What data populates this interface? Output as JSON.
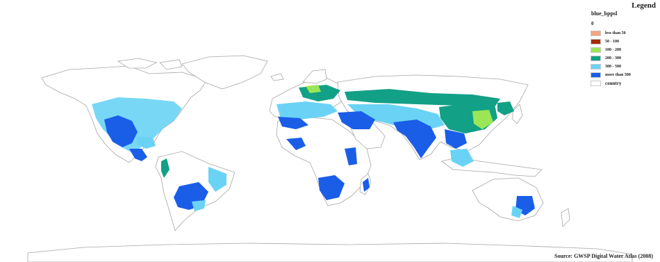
{
  "legend": {
    "title": "Legend",
    "field": "blue_bppsl",
    "value_label": "0",
    "items": [
      {
        "label": "less than 50",
        "color": "#f4a57f"
      },
      {
        "label": "50 - 100",
        "color": "#a52a0a"
      },
      {
        "label": "100 - 200",
        "color": "#9be657"
      },
      {
        "label": "200 - 300",
        "color": "#12a086"
      },
      {
        "label": "300 - 500",
        "color": "#6ad3f5"
      },
      {
        "label": "more than 500",
        "color": "#1a5ee8"
      },
      {
        "label": "country",
        "color": "#ffffff"
      }
    ]
  },
  "source": "Source: GWSP Digital Water Atlas (2008)"
}
